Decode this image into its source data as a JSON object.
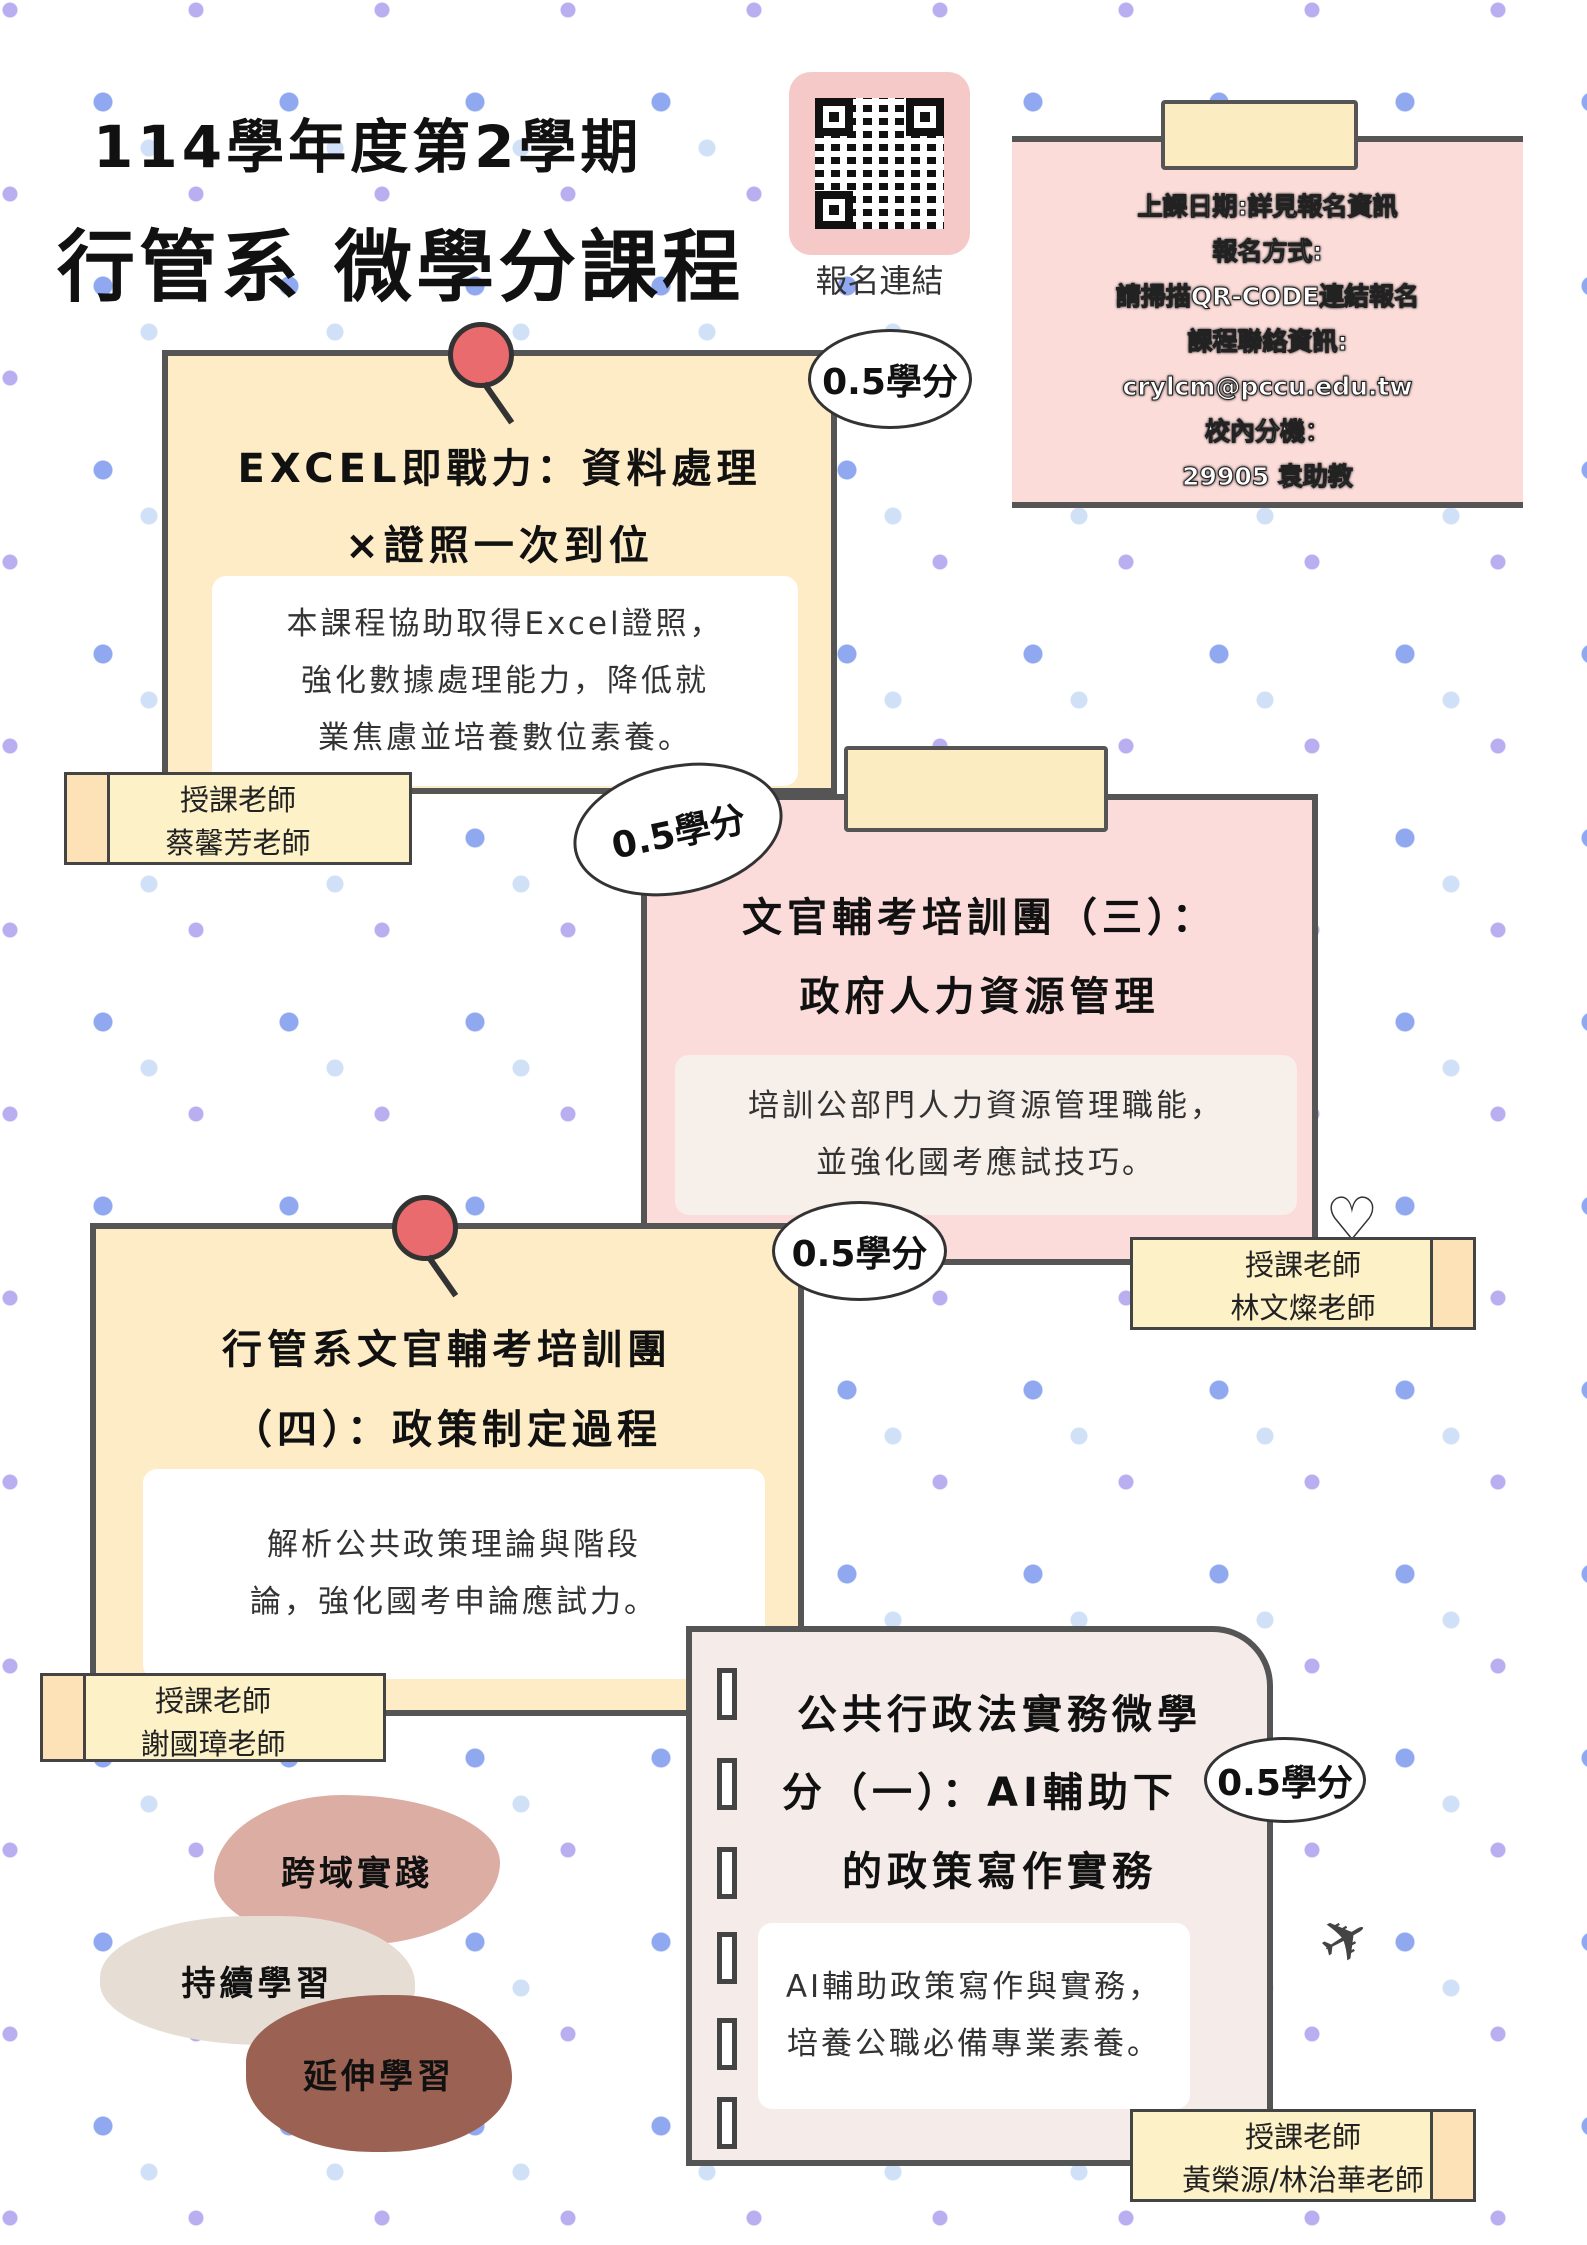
{
  "header": {
    "title_line1": "114學年度第2學期",
    "title_line2": "行管系 微學分課程",
    "qr_label": "報名連結"
  },
  "info": {
    "lines": [
      "上課日期:詳見報名資訊",
      "報名方式:",
      "請掃描QR-CODE連結報名",
      "課程聯絡資訊:",
      "crylcm@pccu.edu.tw",
      "校內分機：",
      "29905 袁助教"
    ]
  },
  "courses": [
    {
      "title_lines": [
        "EXCEL即戰力：資料處理",
        "×證照一次到位"
      ],
      "desc_lines": [
        "本課程協助取得Excel證照，",
        "強化數據處理能力，降低就",
        "業焦慮並培養數位素養。"
      ],
      "credit": "0.5學分",
      "teacher_label": "授課老師",
      "teacher": "蔡馨芳老師"
    },
    {
      "title_lines": [
        "文官輔考培訓團（三）：",
        "政府人力資源管理"
      ],
      "desc_lines": [
        "培訓公部門人力資源管理職能，",
        "並強化國考應試技巧。"
      ],
      "credit": "0.5學分",
      "teacher_label": "授課老師",
      "teacher": "林文燦老師"
    },
    {
      "title_lines": [
        "行管系文官輔考培訓團",
        "（四）：政策制定過程"
      ],
      "desc_lines": [
        "解析公共政策理論與階段",
        "論，強化國考申論應試力。"
      ],
      "credit": "0.5學分",
      "teacher_label": "授課老師",
      "teacher": "謝國璋老師"
    },
    {
      "title_lines": [
        "公共行政法實務微學",
        "分（一）：AI輔助下",
        "的政策寫作實務"
      ],
      "desc_lines": [
        "AI輔助政策寫作與實務，",
        "培養公職必備專業素養。"
      ],
      "credit": "0.5學分",
      "teacher_label": "授課老師",
      "teacher": "黃榮源/林治華老師"
    }
  ],
  "tags": [
    "跨域實踐",
    "持續學習",
    "延伸學習"
  ],
  "colors": {
    "yellow": "#fdecc6",
    "pink": "#fbdcda",
    "pin": "#ea6b6e"
  }
}
